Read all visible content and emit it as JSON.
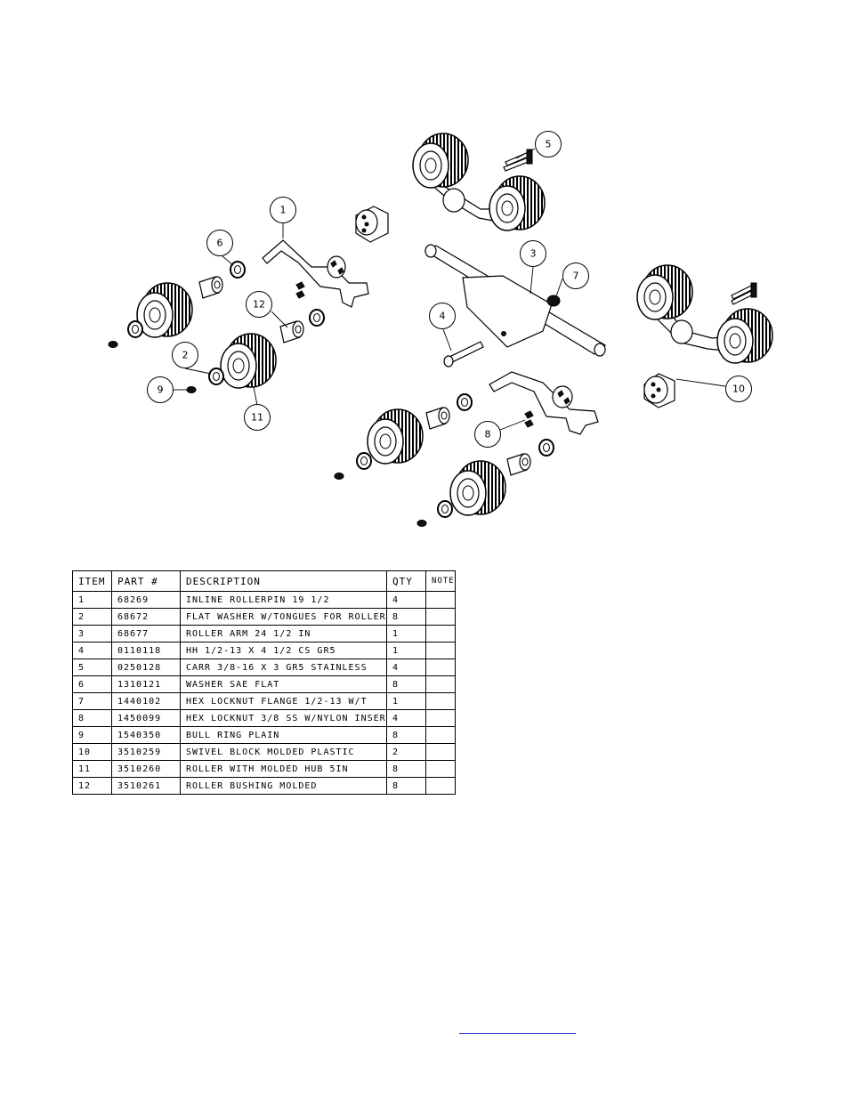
{
  "diagram": {
    "balloons": [
      "1",
      "2",
      "3",
      "4",
      "5",
      "6",
      "7",
      "8",
      "9",
      "10",
      "11",
      "12"
    ]
  },
  "bom": {
    "headers": [
      "ITEM",
      "PART #",
      "DESCRIPTION",
      "QTY",
      "NOTE"
    ],
    "rows": [
      [
        "1",
        "68269",
        "INLINE ROLLERPIN 19 1/2",
        "4",
        ""
      ],
      [
        "2",
        "68672",
        "FLAT WASHER W/TONGUES FOR ROLLER",
        "8",
        ""
      ],
      [
        "3",
        "68677",
        "ROLLER ARM   24 1/2 IN",
        "1",
        ""
      ],
      [
        "4",
        "0110118",
        "HH 1/2-13 X 4 1/2 CS GR5",
        "1",
        ""
      ],
      [
        "5",
        "0250128",
        "CARR 3/8-16 X 3 GR5 STAINLESS",
        "4",
        ""
      ],
      [
        "6",
        "1310121",
        "WASHER SAE FLAT",
        "8",
        ""
      ],
      [
        "7",
        "1440102",
        "HEX LOCKNUT FLANGE 1/2-13 W/T",
        "1",
        ""
      ],
      [
        "8",
        "1450099",
        "HEX LOCKNUT 3/8 SS W/NYLON INSER",
        "4",
        ""
      ],
      [
        "9",
        "1540350",
        "BULL RING PLAIN",
        "8",
        ""
      ],
      [
        "10",
        "3510259",
        "SWIVEL BLOCK MOLDED PLASTIC",
        "2",
        ""
      ],
      [
        "11",
        "3510260",
        "ROLLER WITH MOLDED HUB  5IN",
        "8",
        ""
      ],
      [
        "12",
        "3510261",
        "ROLLER BUSHING MOLDED",
        "8",
        ""
      ]
    ]
  },
  "footer": {
    "link_text": ""
  }
}
